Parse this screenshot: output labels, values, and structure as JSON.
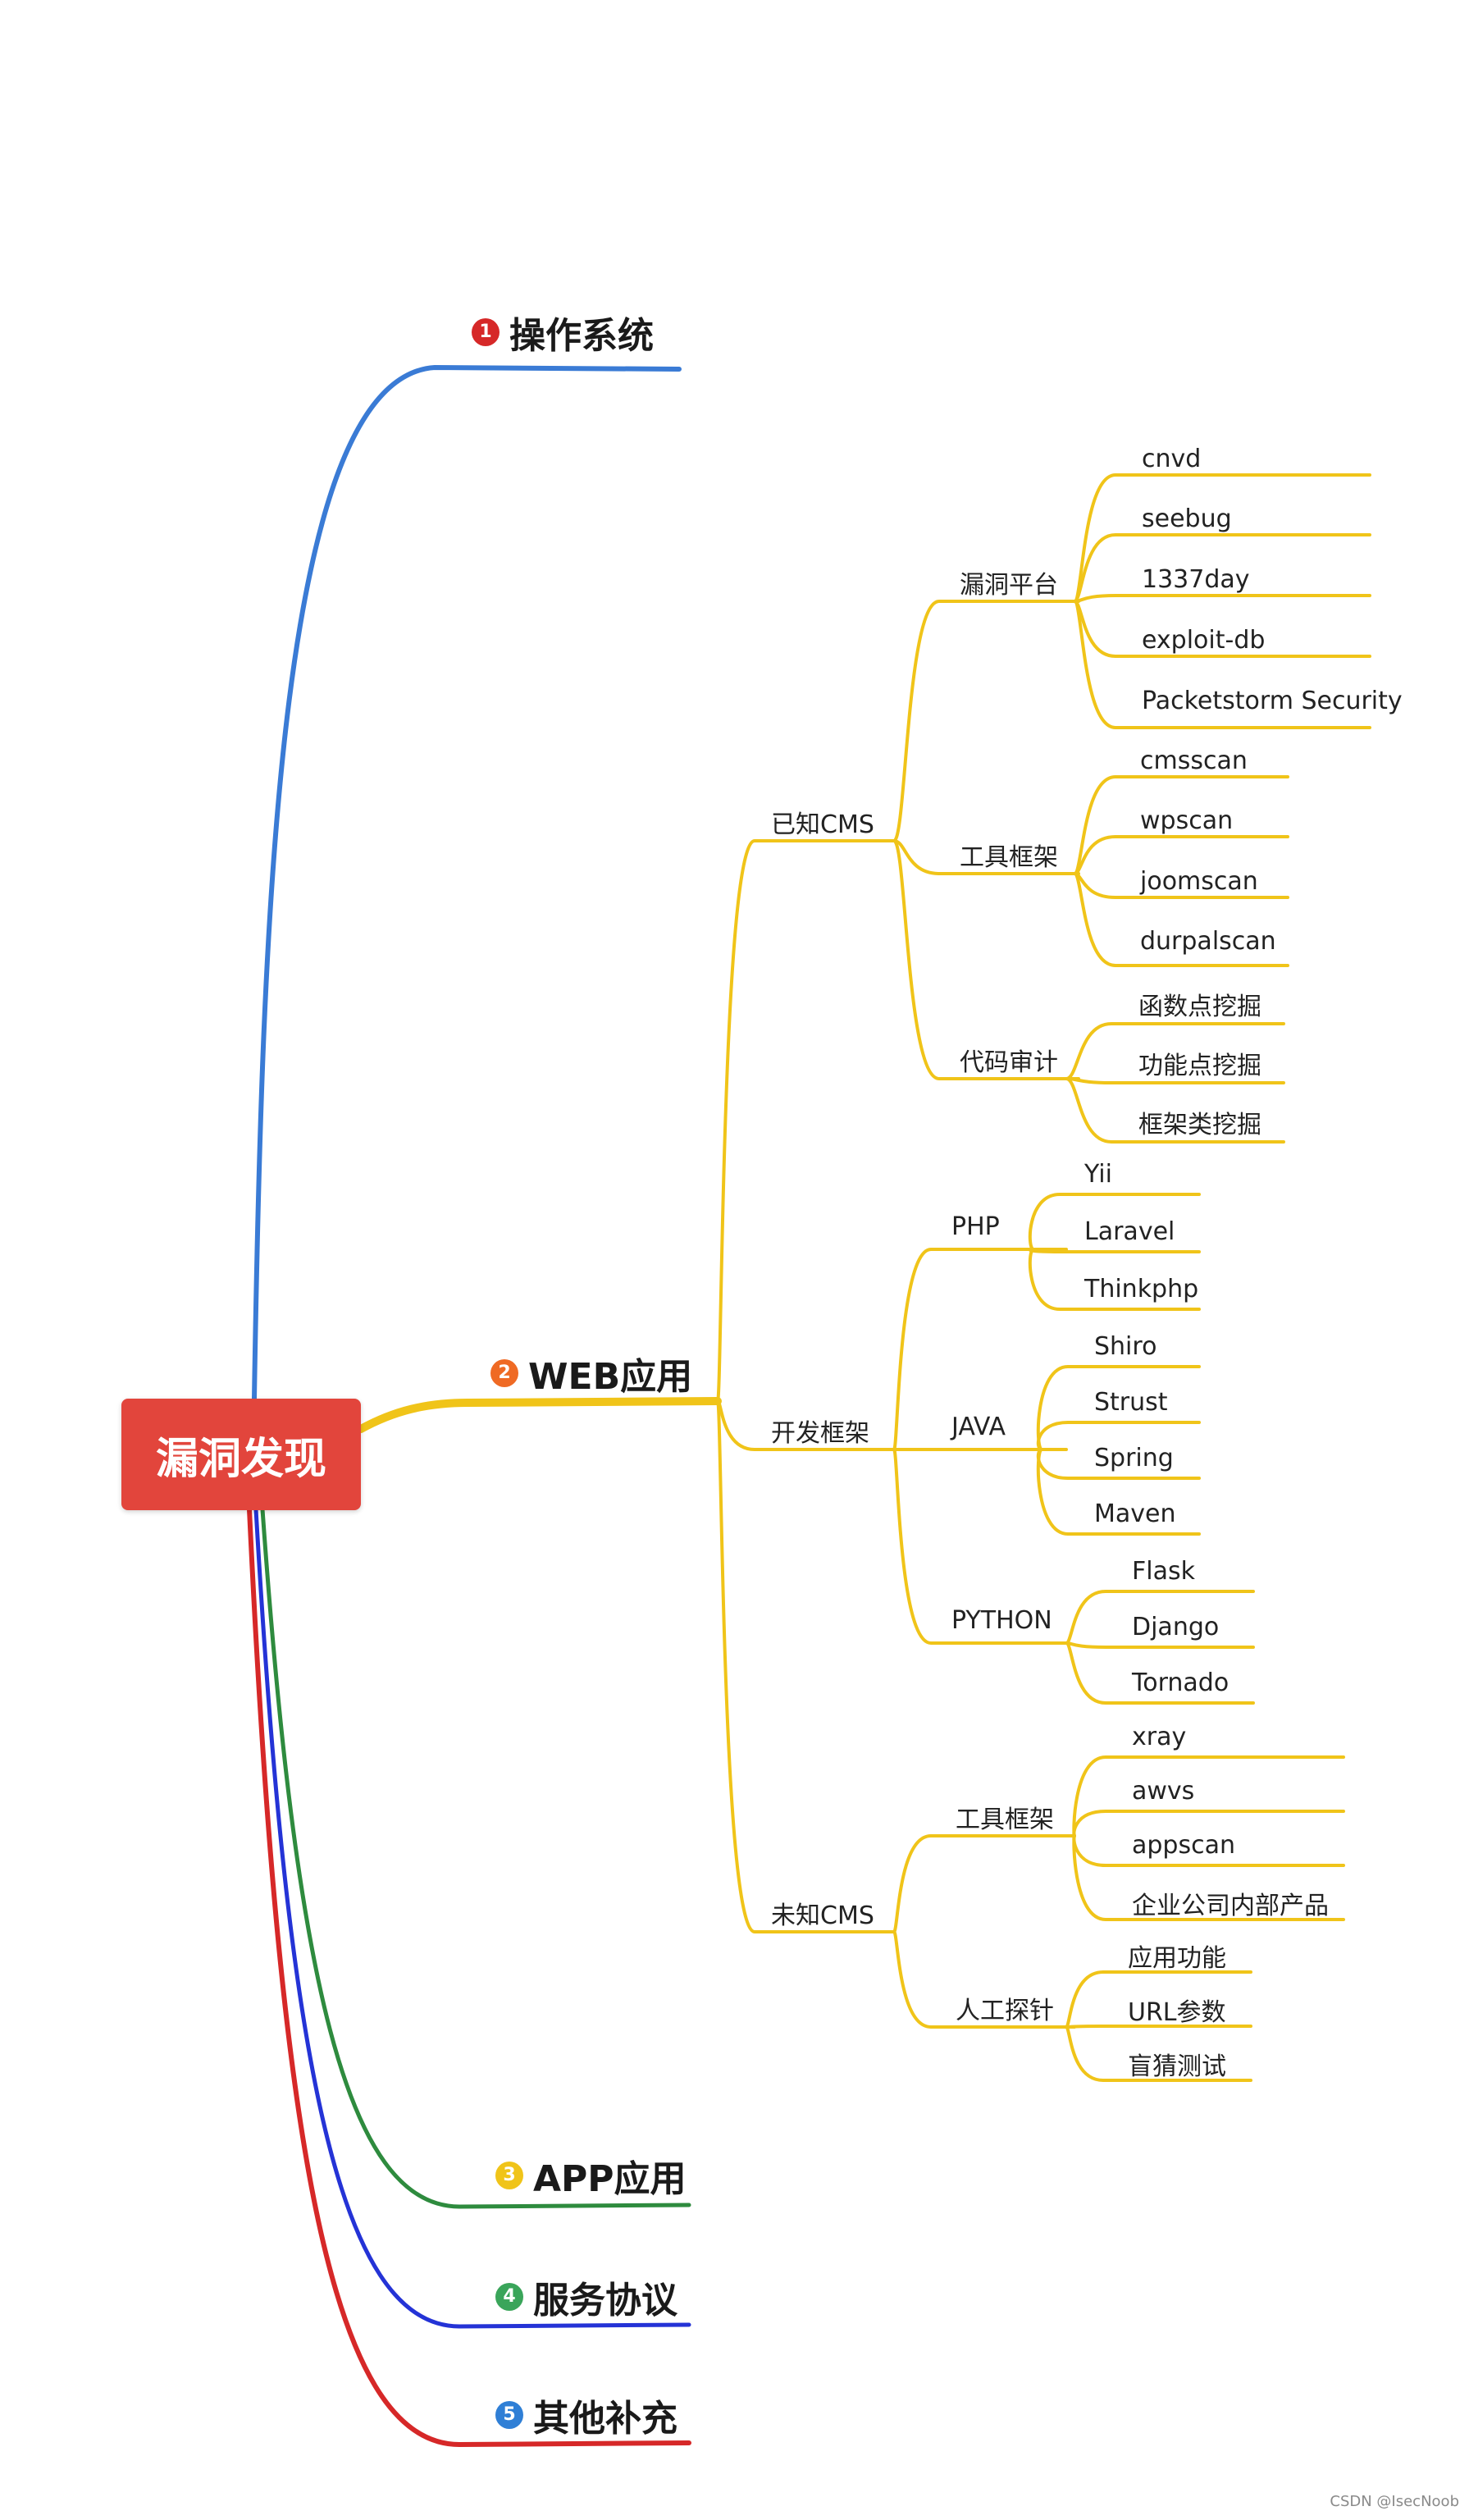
{
  "colors": {
    "blue": "#3a7bd5",
    "yellow": "#f0c419",
    "green": "#2e8b3e",
    "navy": "#2433d6",
    "red": "#d62828",
    "root_bg": "#e2453c"
  },
  "root": {
    "label": "漏洞发现"
  },
  "branches": [
    {
      "number": "1",
      "label": "操作系统",
      "color": "#d62828"
    },
    {
      "number": "2",
      "label": "WEB应用",
      "color": "#ef6a24"
    },
    {
      "number": "3",
      "label": "APP应用",
      "color": "#f0c419"
    },
    {
      "number": "4",
      "label": "服务协议",
      "color": "#3aa55a"
    },
    {
      "number": "5",
      "label": "其他补充",
      "color": "#2f7fd6"
    }
  ],
  "web_app": {
    "known_cms": {
      "label": "已知CMS",
      "vuln_platform": {
        "label": "漏洞平台",
        "items": [
          "cnvd",
          "seebug",
          "1337day",
          "exploit-db",
          "Packetstorm Security"
        ]
      },
      "tool_framework": {
        "label": "工具框架",
        "items": [
          "cmsscan",
          "wpscan",
          "joomscan",
          "durpalscan"
        ]
      },
      "code_audit": {
        "label": "代码审计",
        "items": [
          "函数点挖掘",
          "功能点挖掘",
          "框架类挖掘"
        ]
      }
    },
    "dev_framework": {
      "label": "开发框架",
      "php": {
        "label": "PHP",
        "items": [
          "Yii",
          "Laravel",
          "Thinkphp"
        ]
      },
      "java": {
        "label": "JAVA",
        "items": [
          "Shiro",
          "Strust",
          "Spring",
          "Maven"
        ]
      },
      "python": {
        "label": "PYTHON",
        "items": [
          "Flask",
          "Django",
          "Tornado"
        ]
      }
    },
    "unknown_cms": {
      "label": "未知CMS",
      "tool_framework": {
        "label": "工具框架",
        "items": [
          "xray",
          "awvs",
          "appscan",
          "企业公司内部产品"
        ]
      },
      "manual_probe": {
        "label": "人工探针",
        "items": [
          "应用功能",
          "URL参数",
          "盲猜测试"
        ]
      }
    }
  },
  "watermark": "CSDN @IsecNoob"
}
